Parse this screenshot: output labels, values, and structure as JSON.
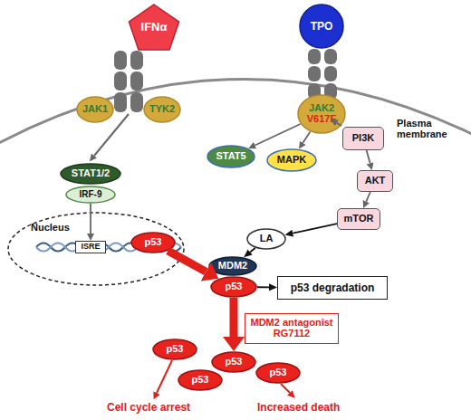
{
  "diagram": {
    "nodes": [
      {
        "text": [
          "IFNα"
        ]
      },
      {
        "text": [
          "TPO"
        ]
      },
      {
        "text": [
          "JAK1"
        ]
      },
      {
        "text": [
          "TYK2"
        ]
      },
      {
        "text": [
          "JAK2",
          "V617F"
        ]
      },
      {
        "text": [
          "STAT5"
        ]
      },
      {
        "text": [
          "MAPK"
        ]
      },
      {
        "text": [
          "PI3K"
        ]
      },
      {
        "text": [
          "AKT"
        ]
      },
      {
        "text": [
          "mTOR"
        ]
      },
      {
        "text": [
          "STAT1/2"
        ]
      },
      {
        "text": [
          "IRF-9"
        ]
      },
      {
        "text": [
          "LA"
        ]
      },
      {
        "text": [
          "MDM2"
        ]
      },
      {
        "text": [
          "Nucleus"
        ]
      },
      {
        "text": [
          "ISRE"
        ],
        "in": 14
      },
      {
        "text": [
          "p53"
        ],
        "in": 14
      },
      {
        "text": [
          "p53"
        ]
      },
      {
        "text": [
          "p53 degradation"
        ]
      },
      {
        "text": [
          "MDM2 antagonist RG7112"
        ]
      },
      {
        "text": [
          "p53"
        ]
      },
      {
        "text": [
          "p53"
        ]
      },
      {
        "text": [
          "p53"
        ]
      },
      {
        "text": [
          "p53"
        ]
      }
    ],
    "edges": [
      {
        "from": 11,
        "to": 15,
        "arrow": "to"
      },
      {
        "from": 4,
        "to": 5,
        "arrow": "to"
      },
      {
        "from": 4,
        "to": 6,
        "arrow": "to"
      },
      {
        "from": 4,
        "to": 7,
        "arrow": "to"
      },
      {
        "from": 7,
        "to": 8,
        "arrow": "to"
      },
      {
        "from": 8,
        "to": 9,
        "arrow": "to"
      },
      {
        "from": 9,
        "to": 12,
        "arrow": "to"
      },
      {
        "from": 12,
        "to": 13,
        "arrow": "to"
      },
      {
        "from": 16,
        "to": 17,
        "arrow": "to"
      },
      {
        "from": 17,
        "to": 18,
        "arrow": "to"
      },
      {
        "from": 17,
        "to": 21,
        "arrow": "to"
      }
    ],
    "labels": [
      "Plasma membrane",
      "Cell cycle arrest",
      "Increased death"
    ]
  }
}
